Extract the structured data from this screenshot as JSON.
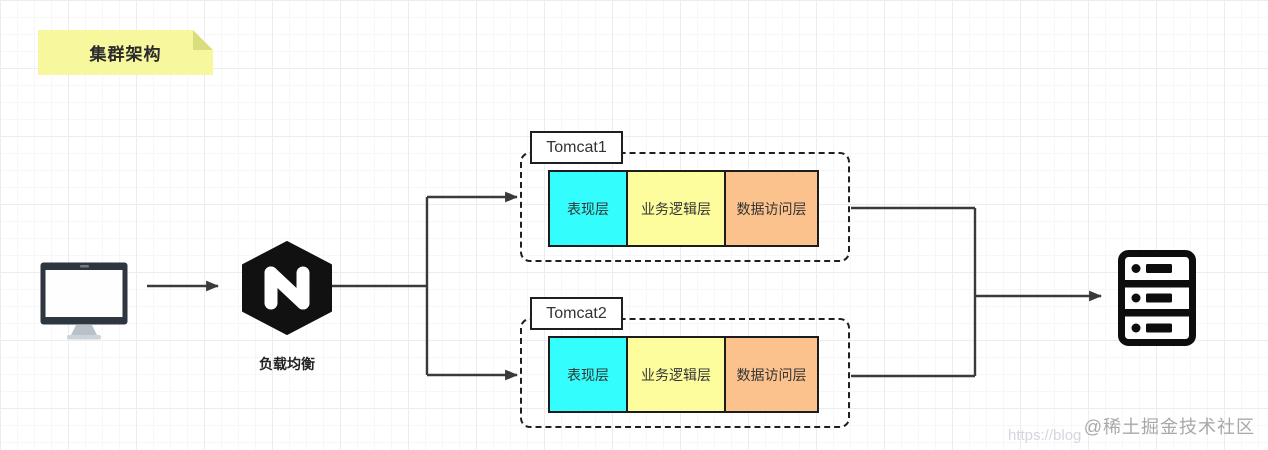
{
  "note": {
    "title": "集群架构"
  },
  "client": {
    "icon": "monitor-icon"
  },
  "load_balancer": {
    "name": "负载均衡",
    "icon": "nginx-icon"
  },
  "clusters": [
    {
      "label": "Tomcat1",
      "layers": [
        {
          "name": "表现层",
          "color": "#33fdfd"
        },
        {
          "name": "业务逻辑层",
          "color": "#fdfd9e"
        },
        {
          "name": "数据访问层",
          "color": "#fbc28d"
        }
      ]
    },
    {
      "label": "Tomcat2",
      "layers": [
        {
          "name": "表现层",
          "color": "#33fdfd"
        },
        {
          "name": "业务逻辑层",
          "color": "#fdfd9e"
        },
        {
          "name": "数据访问层",
          "color": "#fbc28d"
        }
      ]
    }
  ],
  "database": {
    "icon": "server-rack-icon"
  },
  "watermark": {
    "community": "@稀土掘金技术社区",
    "url": "https://blog"
  },
  "colors": {
    "note_bg": "#f7f89e",
    "note_fold": "#d9dd7e",
    "shape_border": "#1c1c1c",
    "connector": "#3a3a3a",
    "nginx_logo": "#111111"
  }
}
